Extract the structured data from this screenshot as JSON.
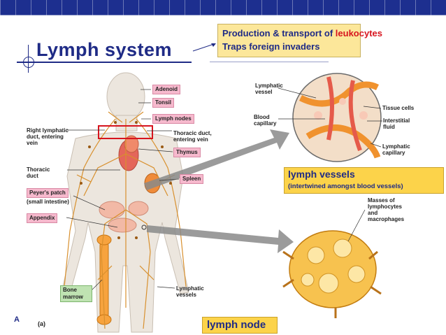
{
  "title": "Lymph system",
  "info": {
    "line1_prefix": "Production & transport of ",
    "line1_highlight": "leukocytes",
    "line2": "Traps foreign invaders"
  },
  "callouts": {
    "lymph_vessels_title": "lymph vessels",
    "lymph_vessels_sub": "(intertwined amongst blood vessels)",
    "lymph_node": "lymph node"
  },
  "body_labels": {
    "adenoid": "Adenoid",
    "tonsil": "Tonsil",
    "lymph_nodes": "Lymph nodes",
    "thymus": "Thymus",
    "spleen": "Spleen",
    "peyers_patch": "Peyer's patch",
    "peyers_small": "(small intestine)",
    "appendix": "Appendix",
    "bone_marrow": "Bone marrow",
    "right_lymphatic_duct": "Right lymphatic duct, entering vein",
    "thoracic_duct_entering": "Thoracic duct, entering vein",
    "thoracic_duct": "Thoracic duct",
    "lymphatic_vessels": "Lymphatic vessels",
    "panel": "(a)"
  },
  "inset_labels": {
    "lymphatic_vessel": "Lymphatic vessel",
    "blood_capillary": "Blood capillary",
    "tissue_cells": "Tissue cells",
    "interstitial_fluid": "Interstitial fluid",
    "lymphatic_capillary": "Lymphatic capillary",
    "masses": "Masses of lymphocytes and macrophages"
  },
  "slide_letter": "A",
  "colors": {
    "title": "#1f2b86",
    "highlight": "#d7141e",
    "infobox": "#fce79a",
    "callout": "#fcd34a",
    "organ_label": "#f6b9cd",
    "tissue_label": "#bfe3b2"
  }
}
